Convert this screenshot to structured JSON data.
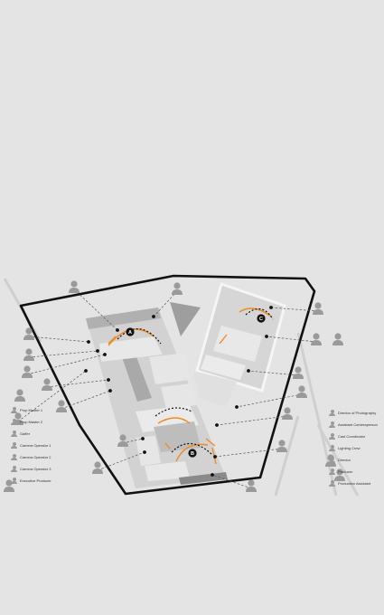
{
  "markers": [
    "A",
    "B",
    "C"
  ],
  "legend_left": [
    {
      "label": "Prop Master 1",
      "icon": "person-icon"
    },
    {
      "label": "Prop Master 2",
      "icon": "person-icon"
    },
    {
      "label": "Gaffer",
      "icon": "person-icon"
    },
    {
      "label": "Camera Operator 1",
      "icon": "person-icon"
    },
    {
      "label": "Camera Operator 2",
      "icon": "person-icon"
    },
    {
      "label": "Camera Operator 3",
      "icon": "person-icon"
    },
    {
      "label": "Executive Producer",
      "icon": "person-icon"
    }
  ],
  "legend_right": [
    {
      "label": "Director of Photography",
      "icon": "person-icon"
    },
    {
      "label": "Assistant Cameraperson",
      "icon": "person-icon"
    },
    {
      "label": "Cast Coordinator",
      "icon": "person-icon"
    },
    {
      "label": "Lighting Crew",
      "icon": "person-icon"
    },
    {
      "label": "Director",
      "icon": "person-icon"
    },
    {
      "label": "Producer",
      "icon": "person-icon"
    },
    {
      "label": "Production Assistant",
      "icon": "person-icon"
    }
  ],
  "colors": {
    "background": "#e4e4e4",
    "boundary": "#111111",
    "accent": "#f08a24",
    "figure": "#9a9a9a",
    "building": "#bdbdbd"
  }
}
